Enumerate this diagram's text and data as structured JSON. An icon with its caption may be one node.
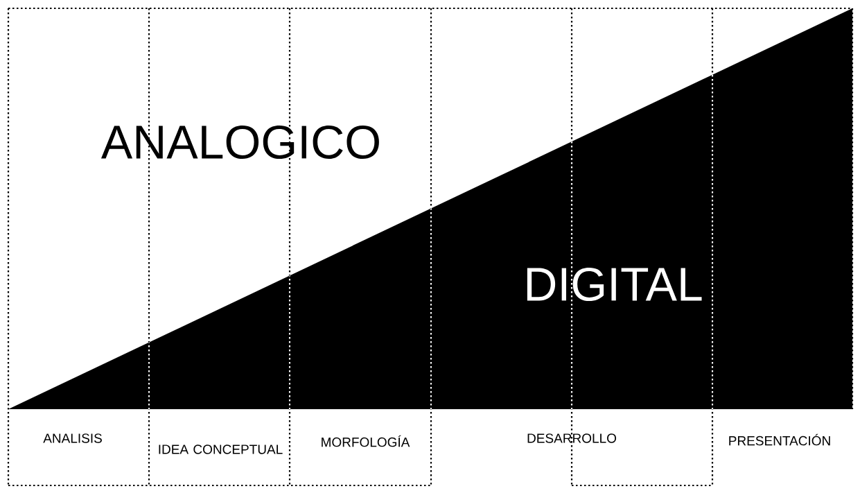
{
  "diagram": {
    "labels": [
      "ANALOGICO",
      "DIGITAL",
      "ANALISIS",
      "IDEA CONCEPTUAL",
      "MORFOLOGÍA",
      "DESARROLLO",
      "PRESENTACIÓN"
    ]
  }
}
